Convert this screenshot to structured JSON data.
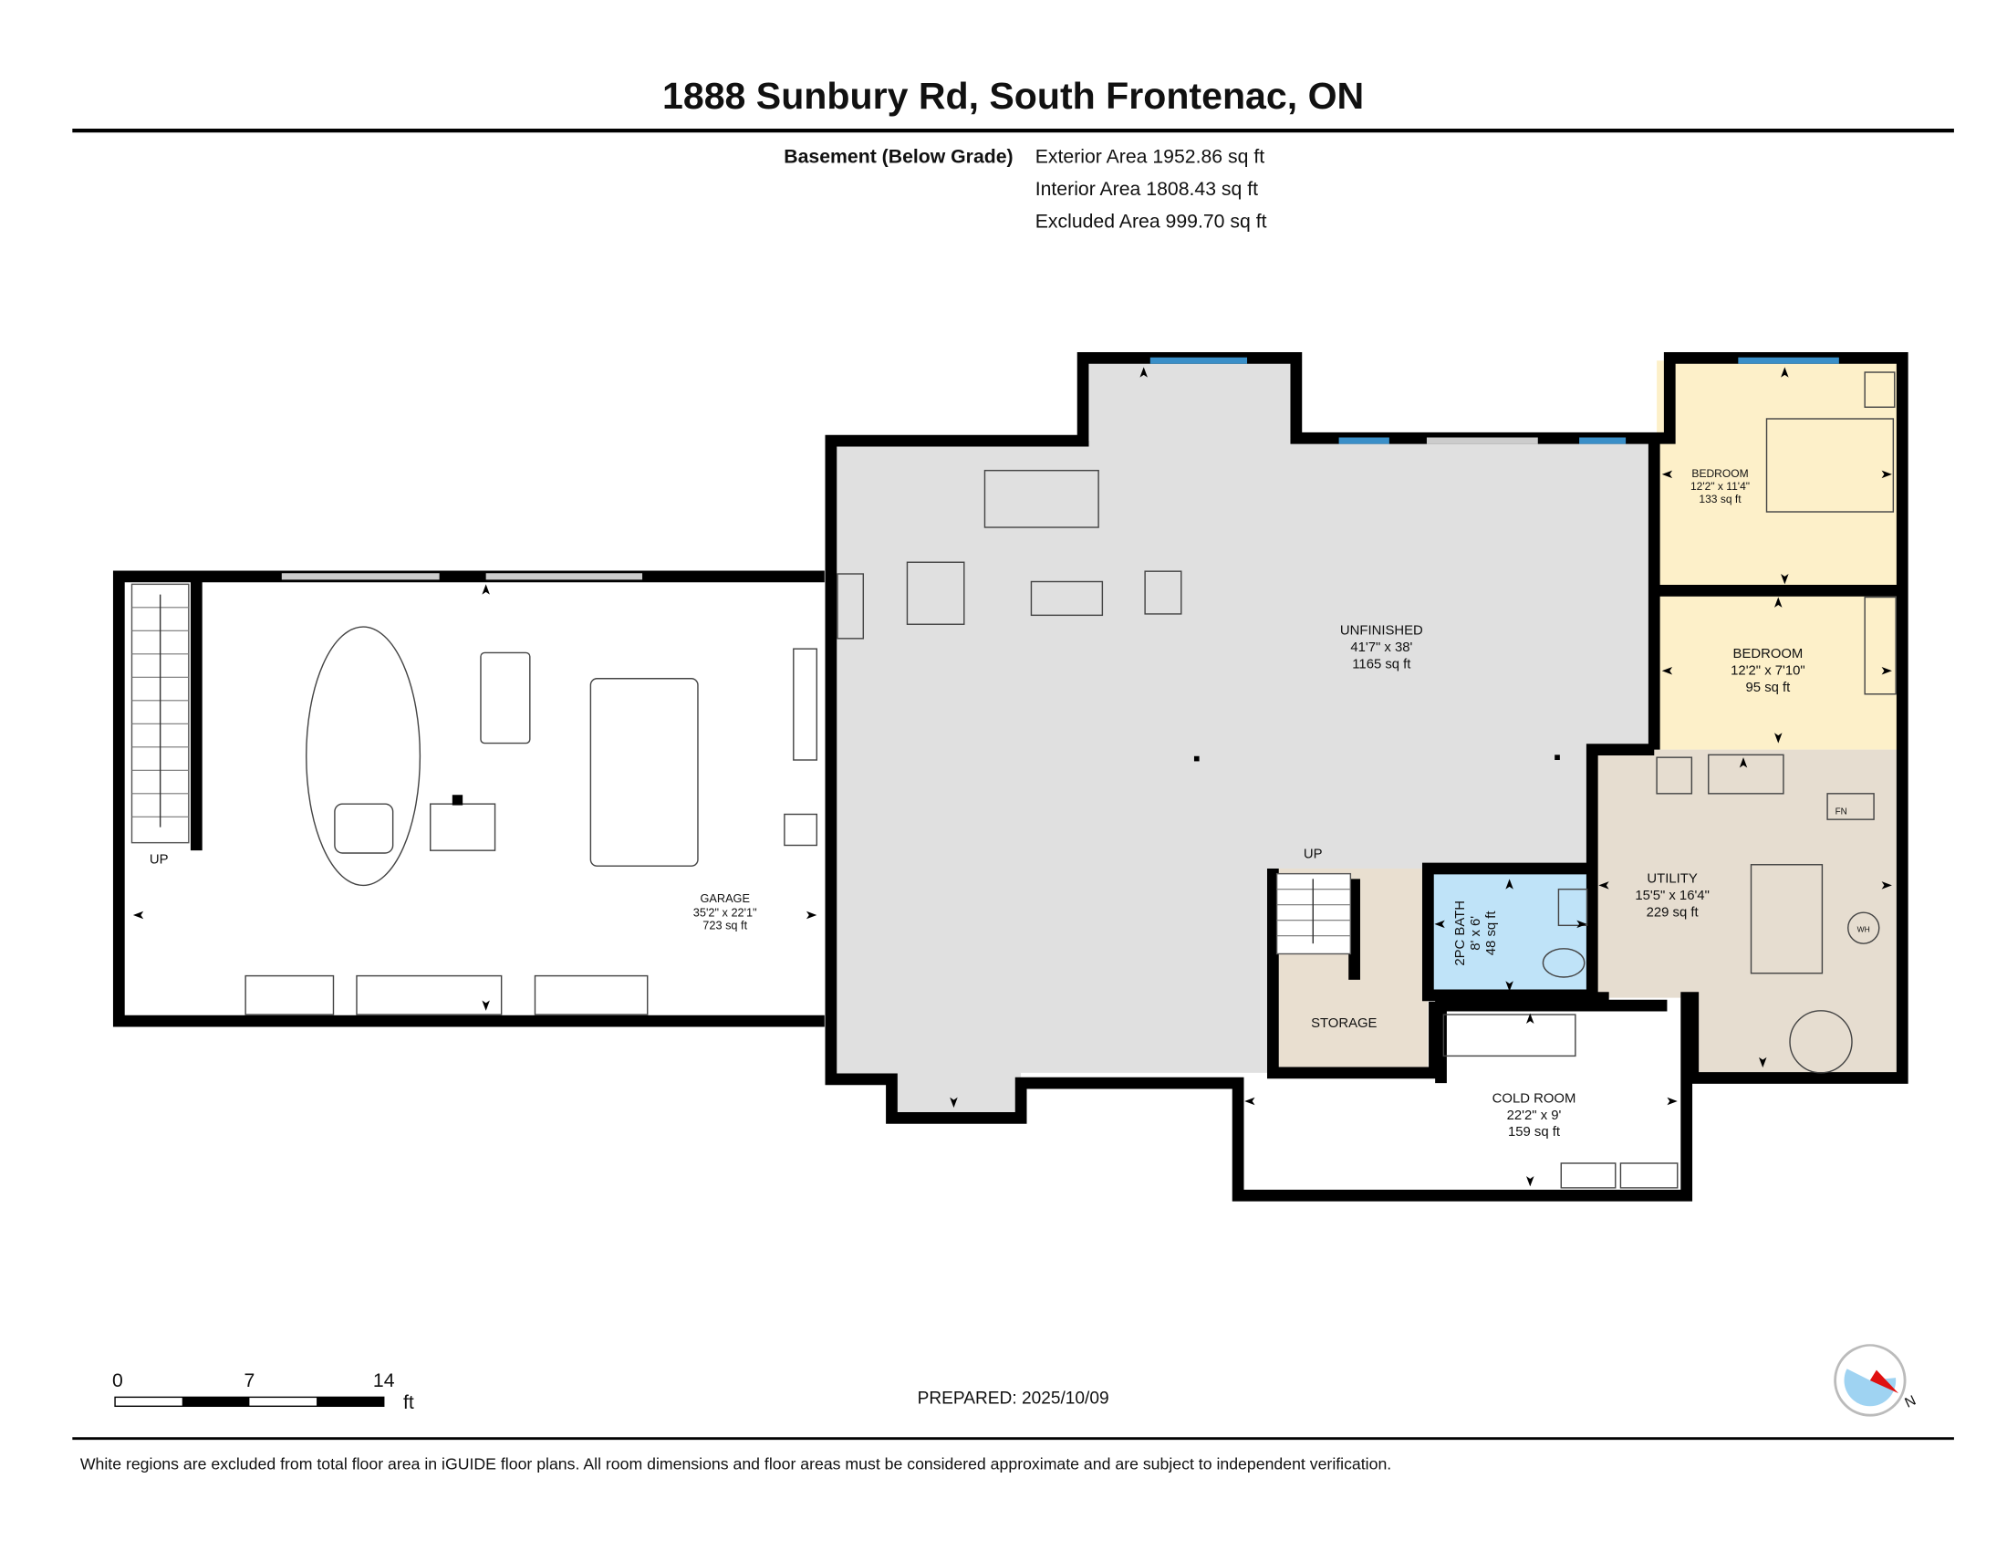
{
  "header": {
    "title": "1888 Sunbury Rd, South Frontenac, ON",
    "level_label": "Basement (Below Grade)",
    "areas": [
      "Exterior Area 1952.86 sq ft",
      "Interior Area 1808.43 sq ft",
      "Excluded Area 999.70 sq ft"
    ]
  },
  "rooms": {
    "unfinished": {
      "name": "UNFINISHED",
      "dims": "41'7\" x 38'",
      "area": "1165 sq ft"
    },
    "garage": {
      "name": "GARAGE",
      "dims": "35'2\" x 22'1\"",
      "area": "723 sq ft"
    },
    "bedroom1": {
      "name": "BEDROOM",
      "dims": "12'2\" x 11'4\"",
      "area": "133 sq ft"
    },
    "bedroom2": {
      "name": "BEDROOM",
      "dims": "12'2\" x 7'10\"",
      "area": "95 sq ft"
    },
    "utility": {
      "name": "UTILITY",
      "dims": "15'5\" x 16'4\"",
      "area": "229 sq ft"
    },
    "bath": {
      "name": "2PC BATH",
      "dims": "8' x 6'",
      "area": "48 sq ft"
    },
    "storage": {
      "name": "STORAGE"
    },
    "cold_room": {
      "name": "COLD ROOM",
      "dims": "22'2\" x 9'",
      "area": "159 sq ft"
    }
  },
  "labels": {
    "up_garage": "UP",
    "up_main": "UP",
    "fn": "FN",
    "wh": "WH"
  },
  "scale": {
    "ticks": [
      "0",
      "7",
      "14"
    ],
    "unit": "ft"
  },
  "prepared": "PREPARED: 2025/10/09",
  "compass_label": "N",
  "footer": "White regions are excluded from total floor area in iGUIDE floor plans. All room dimensions and floor areas must be considered approximate and are subject to independent verification.",
  "colors": {
    "unfinished": "#e0e0e0",
    "bedroom": "#fdf0c9",
    "utility": "#e6ddd0",
    "storage": "#e9dfd0",
    "bath": "#bfe3f8",
    "window": "#3a8fc8"
  }
}
